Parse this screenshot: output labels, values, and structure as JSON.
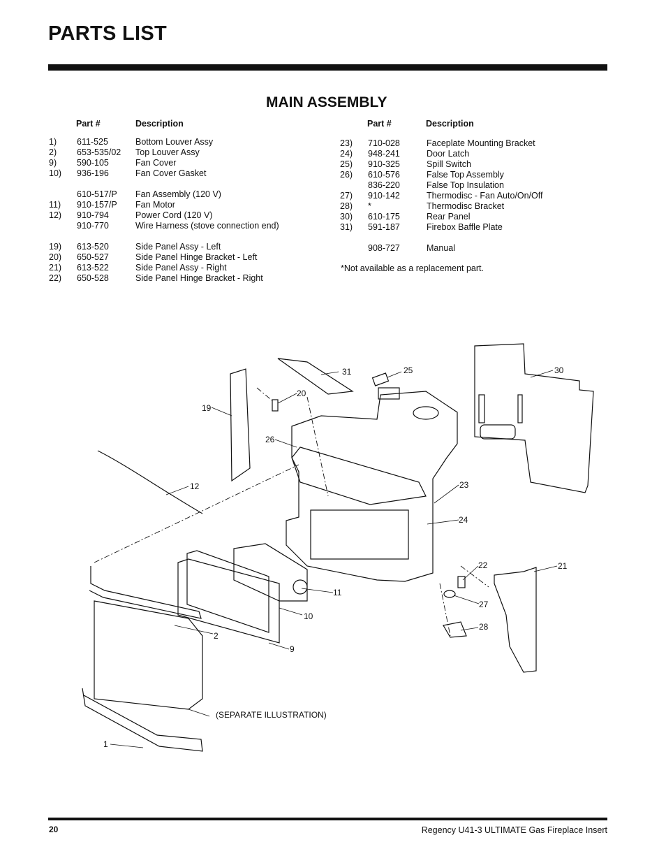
{
  "header": {
    "title": "PARTS LIST"
  },
  "section": {
    "title": "MAIN ASSEMBLY"
  },
  "columns": {
    "part": "Part #",
    "description": "Description"
  },
  "left_list": [
    {
      "num": "1)",
      "part": "611-525",
      "desc": "Bottom Louver Assy"
    },
    {
      "num": "2)",
      "part": "653-535/02",
      "desc": "Top Louver Assy"
    },
    {
      "num": "9)",
      "part": "590-105",
      "desc": "Fan Cover"
    },
    {
      "num": "10)",
      "part": "936-196",
      "desc": "Fan Cover Gasket"
    },
    {
      "gap": true
    },
    {
      "num": "",
      "part": "610-517/P",
      "desc": "Fan Assembly (120 V)"
    },
    {
      "num": "11)",
      "part": "910-157/P",
      "desc": "Fan Motor"
    },
    {
      "num": "12)",
      "part": "910-794",
      "desc": "Power Cord (120 V)"
    },
    {
      "num": "",
      "part": "910-770",
      "desc": "Wire Harness (stove connection end)"
    },
    {
      "gap": true
    },
    {
      "num": "19)",
      "part": "613-520",
      "desc": "Side Panel Assy - Left"
    },
    {
      "num": "20)",
      "part": "650-527",
      "desc": "Side Panel Hinge Bracket - Left"
    },
    {
      "num": "21)",
      "part": "613-522",
      "desc": "Side Panel Assy - Right"
    },
    {
      "num": "22)",
      "part": "650-528",
      "desc": "Side Panel Hinge Bracket - Right"
    }
  ],
  "right_list": [
    {
      "num": "23)",
      "part": "710-028",
      "desc": "Faceplate Mounting Bracket"
    },
    {
      "num": "24)",
      "part": "948-241",
      "desc": "Door Latch"
    },
    {
      "num": "25)",
      "part": "910-325",
      "desc": "Spill Switch"
    },
    {
      "num": "26)",
      "part": "610-576",
      "desc": "False Top Assembly"
    },
    {
      "num": "",
      "part": "836-220",
      "desc": "False Top Insulation"
    },
    {
      "num": "27)",
      "part": "910-142",
      "desc": "Thermodisc - Fan Auto/On/Off"
    },
    {
      "num": "28)",
      "part": "*",
      "desc": "Thermodisc Bracket"
    },
    {
      "num": "30)",
      "part": "610-175",
      "desc": "Rear Panel"
    },
    {
      "num": "31)",
      "part": "591-187",
      "desc": "Firebox Baffle Plate"
    },
    {
      "gap": true
    },
    {
      "num": "",
      "part": "908-727",
      "desc": "Manual"
    }
  ],
  "footnote": "*Not available as a replacement part.",
  "diagram": {
    "callouts": [
      "31",
      "25",
      "30",
      "20",
      "19",
      "26",
      "12",
      "23",
      "24",
      "22",
      "21",
      "11",
      "10",
      "27",
      "2",
      "28",
      "9",
      "1"
    ],
    "separate_label": "(SEPARATE ILLUSTRATION)"
  },
  "footer": {
    "page_number": "20",
    "doc_title": "Regency U41-3 ULTIMATE Gas Fireplace Insert"
  }
}
